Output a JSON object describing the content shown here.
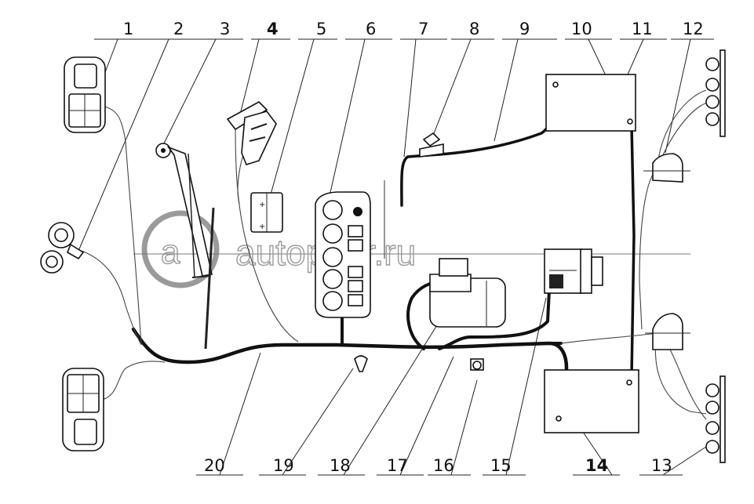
{
  "labels": {
    "top": [
      "1",
      "2",
      "3",
      "4",
      "5",
      "6",
      "7",
      "8",
      "9",
      "10",
      "11",
      "12"
    ],
    "bottom": [
      "20",
      "19",
      "18",
      "17",
      "16",
      "15",
      "14",
      "13"
    ]
  },
  "watermark": "autopiter.ru"
}
